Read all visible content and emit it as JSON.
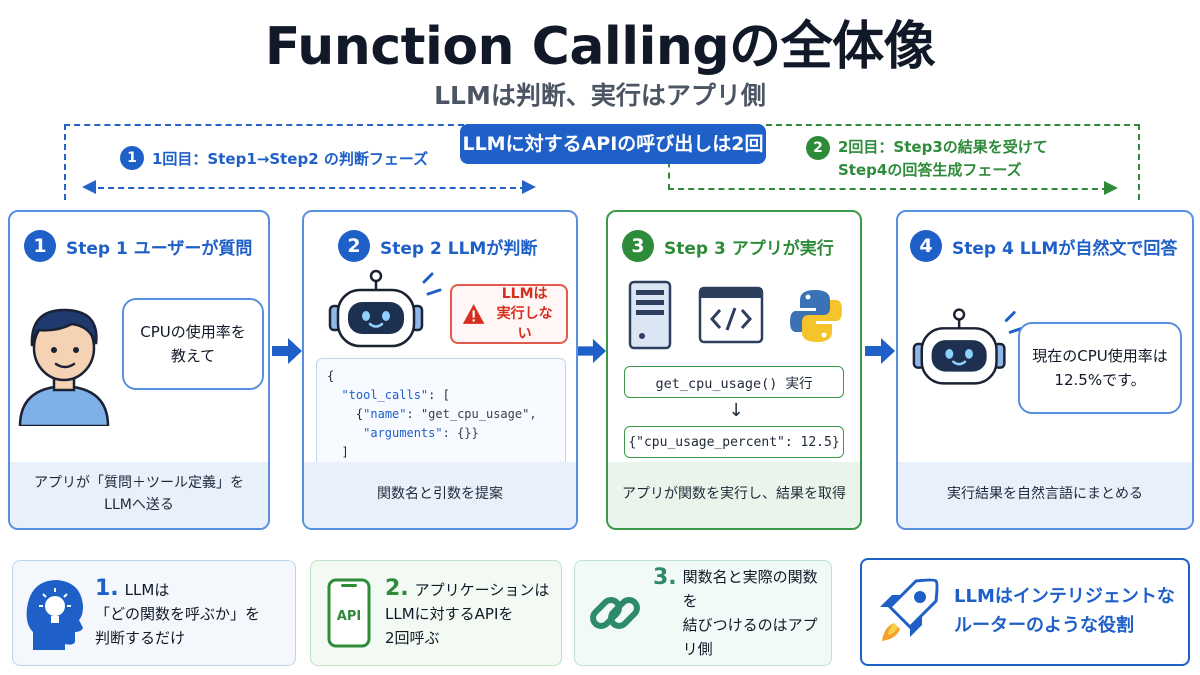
{
  "header": {
    "title": "Function Callingの全体像",
    "subtitle": "LLMは判断、実行はアプリ側"
  },
  "phases": {
    "api_badge": "LLMに対するAPIの呼び出しは2回",
    "first": {
      "num": "1",
      "text": "1回目：Step1→Step2 の判断フェーズ"
    },
    "second": {
      "num": "2",
      "line1": "2回目：Step3の結果を受けて",
      "line2": "Step4の回答生成フェーズ"
    }
  },
  "steps": [
    {
      "num": "1",
      "title": "Step 1  ユーザーが質問",
      "bubble_line1": "CPUの使用率を",
      "bubble_line2": "教えて",
      "foot_line1": "アプリが「質問＋ツール定義」を",
      "foot_line2": "LLMへ送る"
    },
    {
      "num": "2",
      "title": "Step 2  LLMが判断",
      "warn_line1": "LLMは",
      "warn_line2": "実行しない",
      "foot": "関数名と引数を提案"
    },
    {
      "num": "3",
      "title": "Step 3  アプリが実行",
      "call": "get_cpu_usage() 実行",
      "arrow": "↓",
      "result": "{\"cpu_usage_percent\": 12.5}",
      "foot": "アプリが関数を実行し、結果を取得"
    },
    {
      "num": "4",
      "title": "Step 4  LLMが自然文で回答",
      "bubble_line1": "現在のCPU使用率は",
      "bubble_line2": "12.5%です。",
      "foot": "実行結果を自然言語にまとめる"
    }
  ],
  "code": {
    "open": "{",
    "key_tool_calls": "\"tool_calls\"",
    "after_tool_calls": ": [",
    "key_name": "\"name\"",
    "val_name": ": \"get_cpu_usage\",",
    "key_args": "\"arguments\"",
    "val_args": ": {}}",
    "close_arr": "]",
    "close": "}",
    "obj_open": "{"
  },
  "icons": {
    "api_label": "API"
  },
  "bottom": [
    {
      "num": "1.",
      "line1": "LLMは",
      "line2": "「どの関数を呼ぶか」を",
      "line3": "判断するだけ"
    },
    {
      "num": "2.",
      "line1": "アプリケーションは",
      "line2": "LLMに対するAPIを",
      "line3": "2回呼ぶ"
    },
    {
      "num": "3.",
      "line1": "関数名と実際の関数を",
      "line2": "結びつけるのはアプリ側"
    },
    {
      "line1": "LLMはインテリジェントな",
      "line2": "ルーターのような役割"
    }
  ],
  "colors": {
    "blue": "#1f5fc8",
    "green": "#2e8b3a",
    "red": "#d62f1e"
  }
}
